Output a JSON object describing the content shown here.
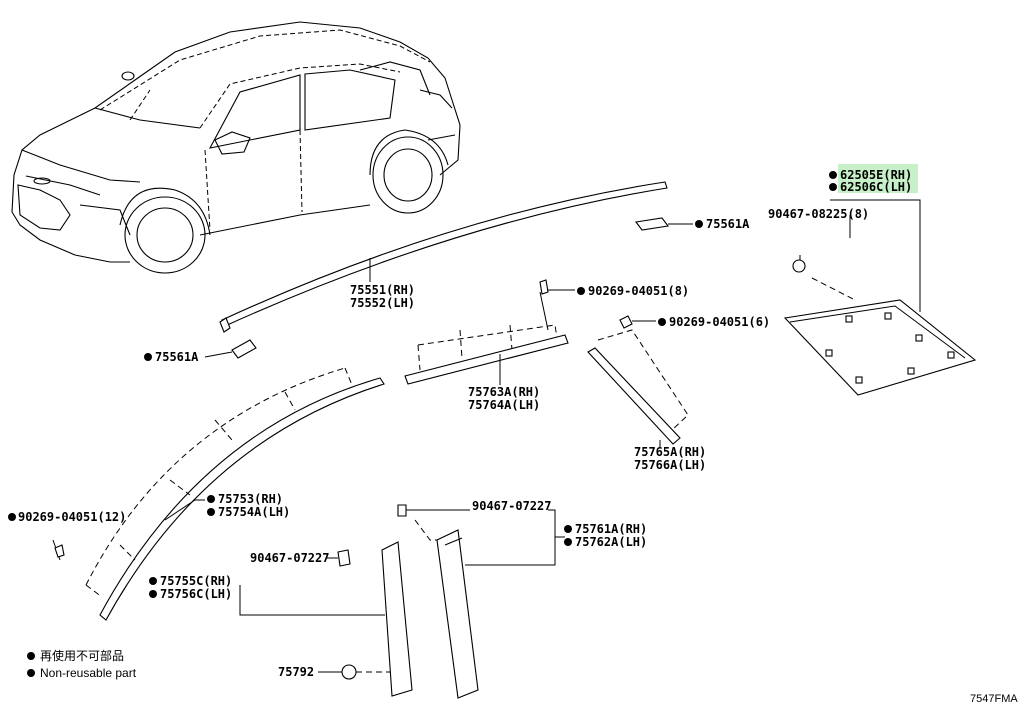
{
  "diagram": {
    "labels": {
      "p62505E": "62505E(RH)",
      "p62506C": "62506C(LH)",
      "p90467_08225": "90467-08225(8)",
      "p75561A_right": "75561A",
      "p75551": "75551(RH)",
      "p75552": "75552(LH)",
      "p90269_8": "90269-04051(8)",
      "p90269_6": "90269-04051(6)",
      "p75561A_left": "75561A",
      "p75763A": "75763A(RH)",
      "p75764A": "75764A(LH)",
      "p75765A": "75765A(RH)",
      "p75766A": "75766A(LH)",
      "p75753": "75753(RH)",
      "p75754A": "75754A(LH)",
      "p90269_12": "90269-04051(12)",
      "p90467_07227_right": "90467-07227",
      "p75761A": "75761A(RH)",
      "p75762A": "75762A(LH)",
      "p90467_07227_left": "90467-07227",
      "p75755C": "75755C(RH)",
      "p75756C": "75756C(LH)",
      "p75792": "75792"
    },
    "legend": {
      "line_jp": "再使用不可部品",
      "line_en": "Non-reusable part"
    },
    "figure_code": "7547FMA",
    "highlight_color": "#9be39b"
  }
}
